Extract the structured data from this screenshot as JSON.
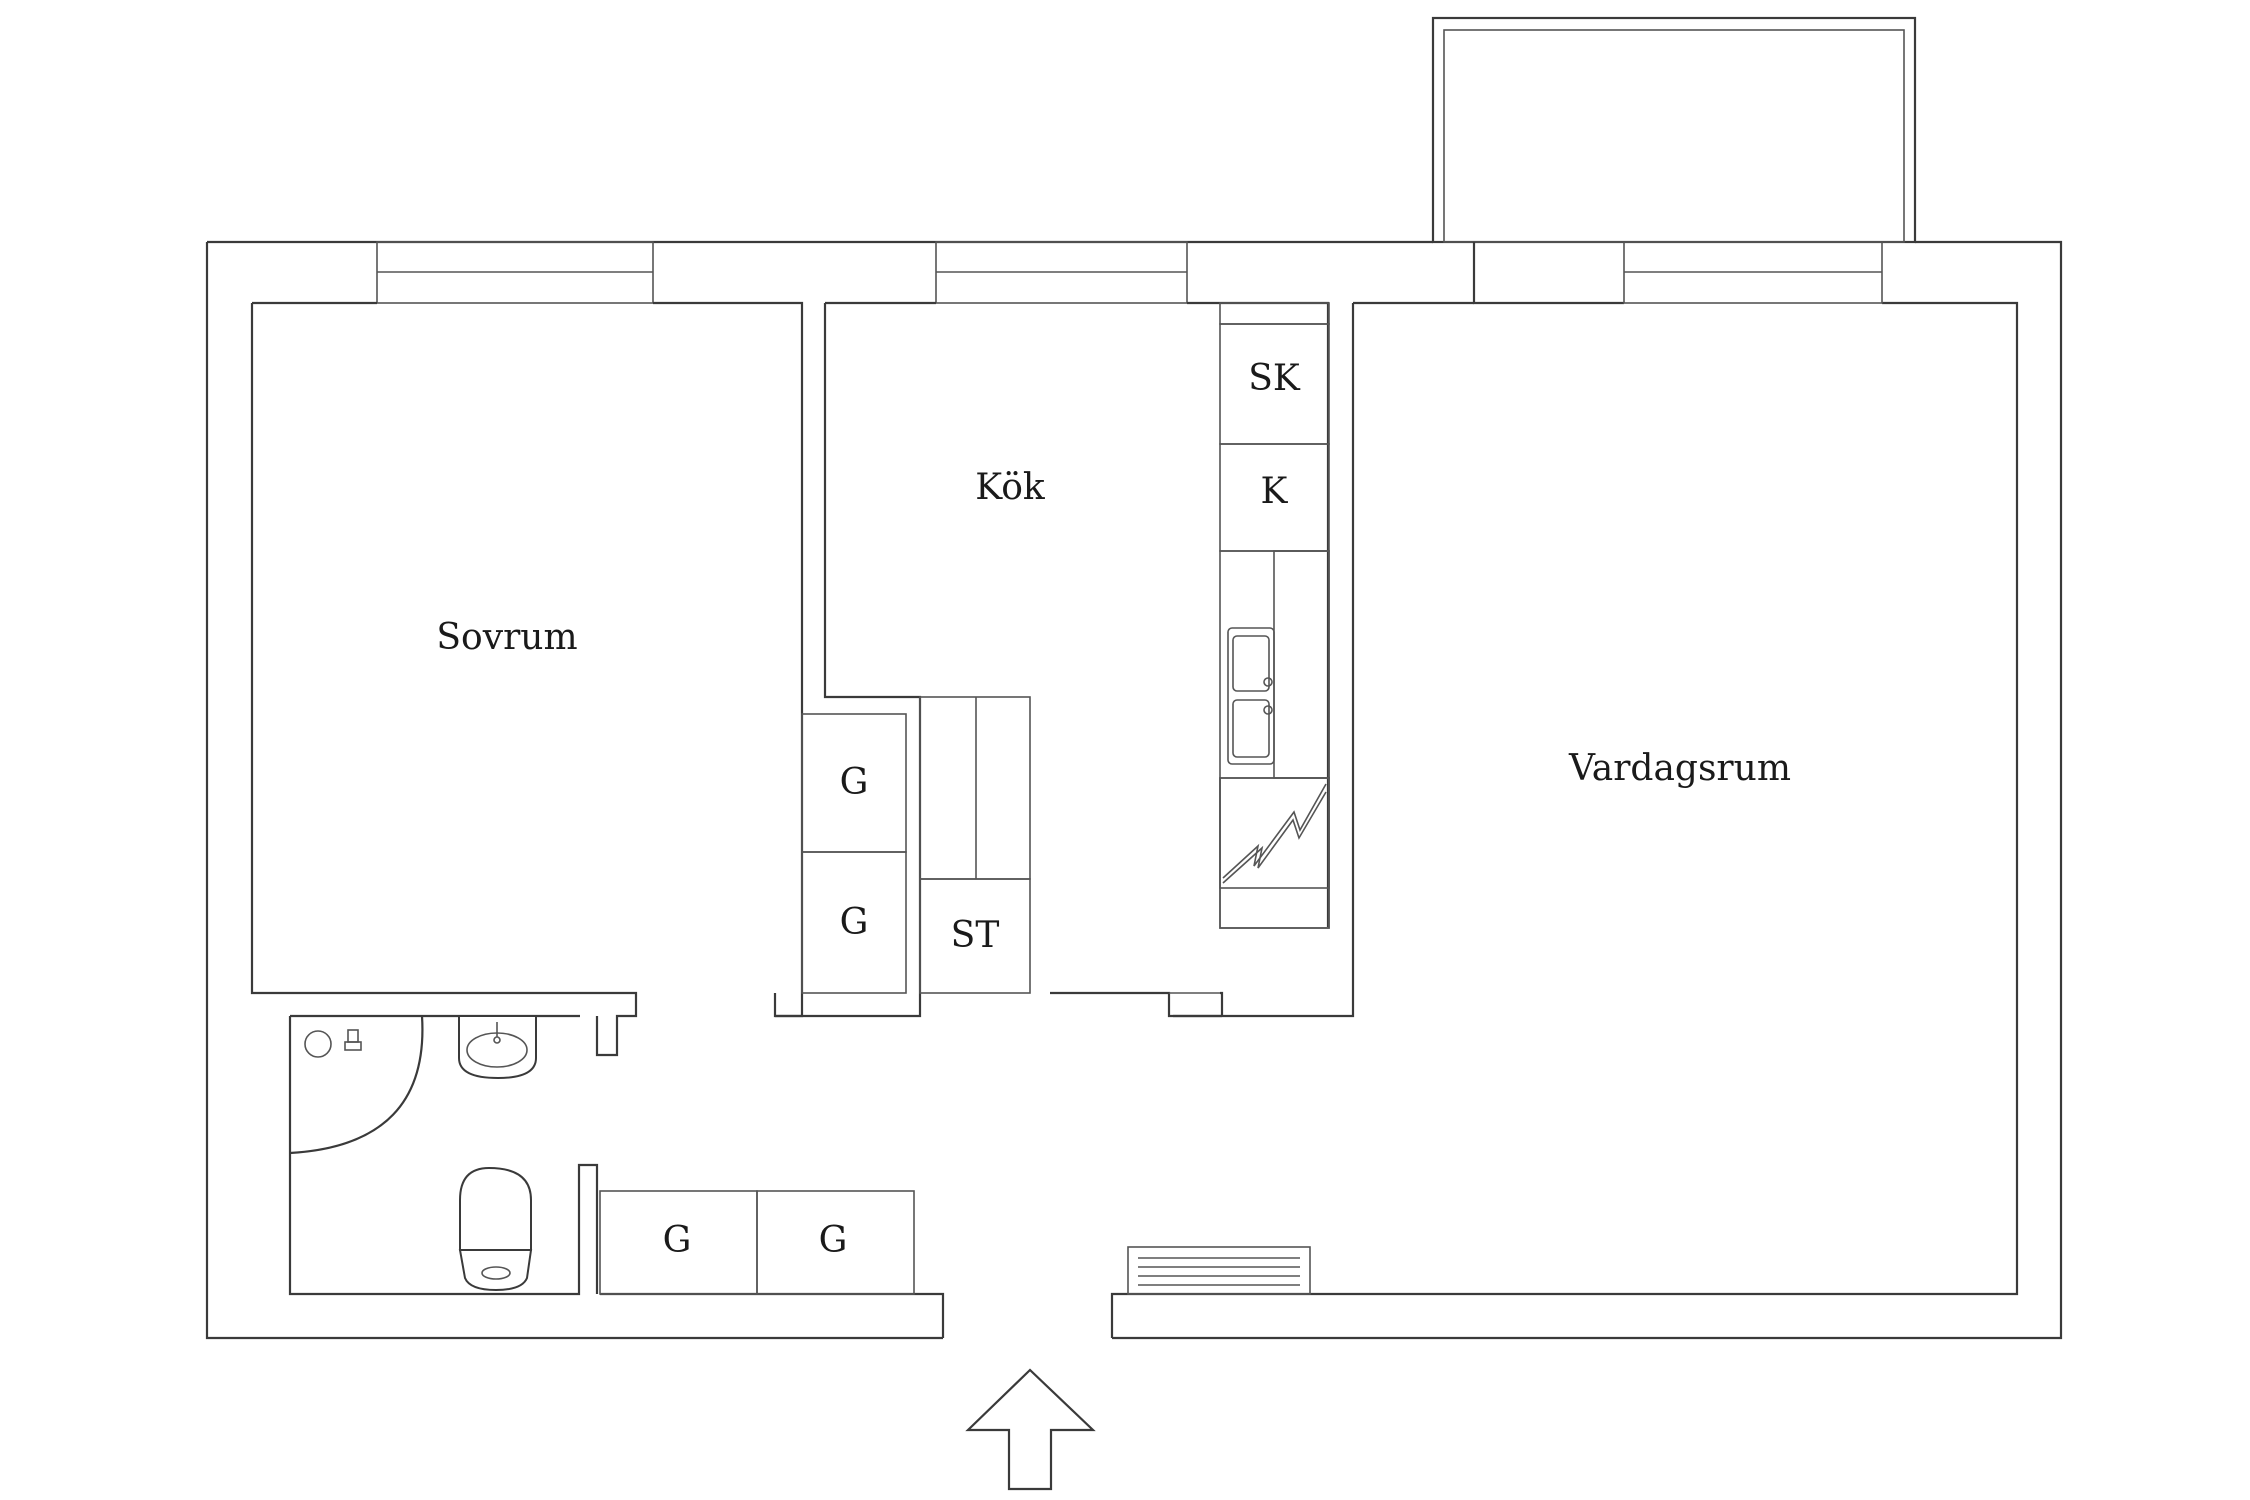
{
  "rooms": {
    "sovrum": "Sovrum",
    "kok": "Kök",
    "vardagsrum": "Vardagsrum"
  },
  "fixtures": {
    "freezer": "SK",
    "fridge": "K",
    "wardrobe_top": "G",
    "wardrobe_bottom": "G",
    "closet": "ST",
    "hall_wardrobe_left": "G",
    "hall_wardrobe_right": "G"
  },
  "icons": {
    "entrance": "arrow-up-icon",
    "stove": "stove-icon",
    "sink": "kitchen-sink-icon",
    "toilet": "toilet-icon",
    "washbasin": "washbasin-icon",
    "shower": "shower-icon",
    "radiator": "radiator-icon"
  },
  "colors": {
    "line": "#3a3a3a",
    "background": "#ffffff"
  }
}
